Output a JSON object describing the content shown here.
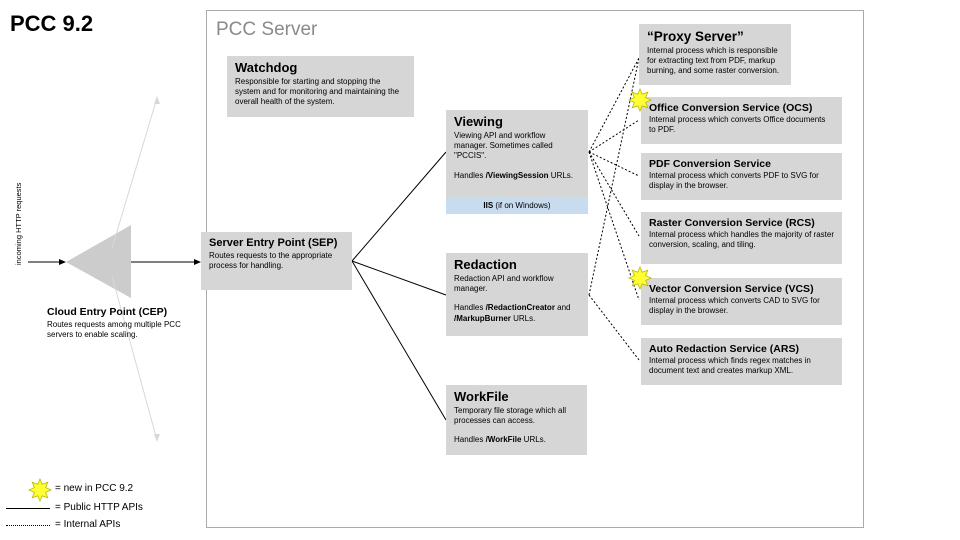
{
  "title": "PCC 9.2",
  "server_label": "PCC Server",
  "incoming_label": "incoming HTTP requests",
  "cep": {
    "title": "Cloud Entry Point (CEP)",
    "desc": "Routes requests among multiple PCC servers to enable scaling."
  },
  "sep": {
    "title": "Server Entry Point (SEP)",
    "desc": "Routes requests to the appropriate process for handling."
  },
  "watchdog": {
    "title": "Watchdog",
    "desc": "Responsible for starting and stopping the system and for monitoring and maintaining the overall health of the system."
  },
  "viewing": {
    "title": "Viewing",
    "desc": "Viewing API and workflow manager. Sometimes called \"PCCIS\".",
    "urls_pre": "Handles ",
    "urls_b1": "/ViewingSession",
    "urls_post": " URLs.",
    "iis": "IIS",
    "iis_note": " (if on Windows)"
  },
  "redaction": {
    "title": "Redaction",
    "desc": "Redaction API and workflow manager.",
    "urls_pre": "Handles ",
    "urls_b1": "/RedactionCreator",
    "urls_mid": " and ",
    "urls_b2": "/MarkupBurner",
    "urls_post": " URLs."
  },
  "workfile": {
    "title": "WorkFile",
    "desc": "Temporary file storage which all processes can access.",
    "urls_pre": "Handles ",
    "urls_b1": "/WorkFile",
    "urls_post": " URLs."
  },
  "services": [
    {
      "title": "“Proxy Server”",
      "desc": "Internal process which is responsible for extracting text from PDF, markup burning, and some raster conversion.",
      "is_new": false
    },
    {
      "title": "Office Conversion Service (OCS)",
      "desc": "Internal process which converts Office documents to PDF.",
      "is_new": true
    },
    {
      "title": "PDF Conversion Service",
      "desc": "Internal process which converts PDF to SVG for display in the browser.",
      "is_new": false
    },
    {
      "title": "Raster Conversion Service (RCS)",
      "desc": "Internal process which handles the majority of raster conversion, scaling, and tiling.",
      "is_new": false
    },
    {
      "title": "Vector Conversion Service (VCS)",
      "desc": "Internal process which converts CAD to SVG for display in the browser.",
      "is_new": true
    },
    {
      "title": "Auto Redaction Service (ARS)",
      "desc": "Internal process which finds regex matches in document text and creates markup XML.",
      "is_new": false
    }
  ],
  "legend": {
    "new": "= new in PCC 9.2",
    "public": "= Public HTTP APIs",
    "internal": "= Internal APIs"
  },
  "colors": {
    "box": "#d6d6d6",
    "iis": "#c8dcf0",
    "star_fill": "#ffff33",
    "star_stroke": "#b8b800"
  }
}
